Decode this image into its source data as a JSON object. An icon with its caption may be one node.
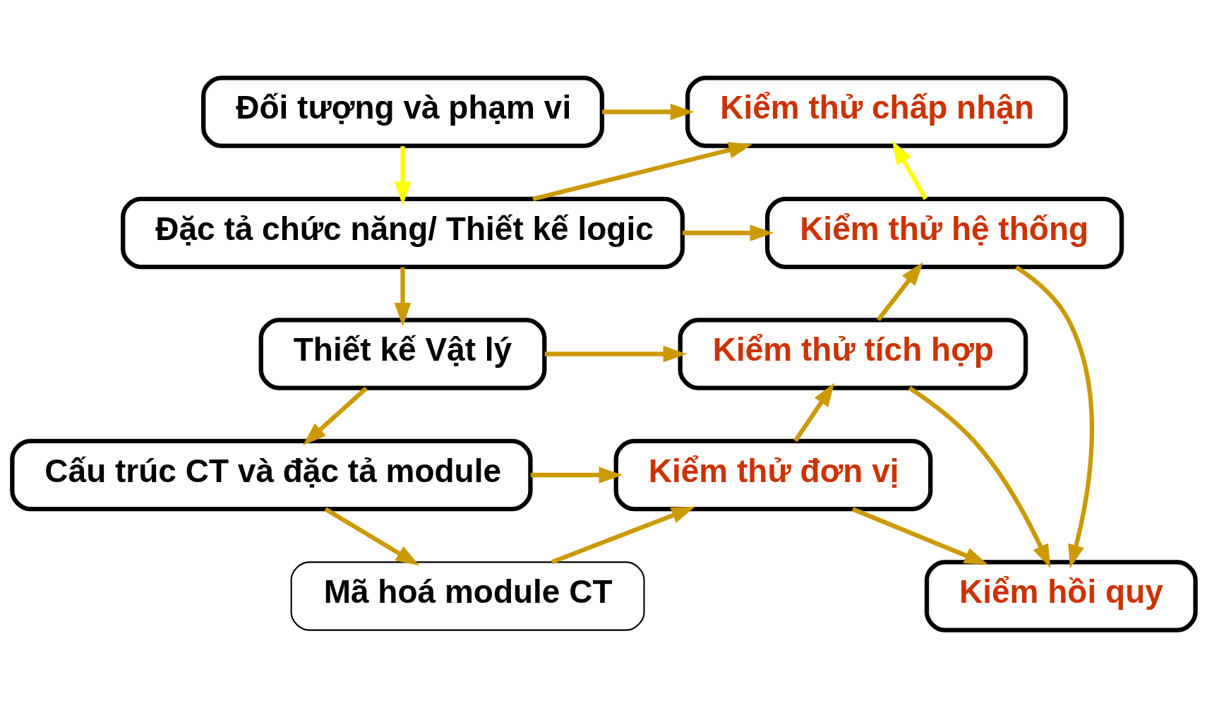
{
  "diagram": {
    "nodes": [
      {
        "text": [
          "Đối tượng và phạm vi"
        ]
      },
      {
        "text": [
          "Đặc tả chức năng/ Thiết kế logic"
        ]
      },
      {
        "text": [
          "Thiết kế Vật lý"
        ]
      },
      {
        "text": [
          "Cấu trúc CT và đặc tả module"
        ]
      },
      {
        "text": [
          "Mã hoá module CT"
        ]
      },
      {
        "text": [
          "Kiểm thử chấp nhận"
        ]
      },
      {
        "text": [
          "Kiểm thử hệ thống"
        ]
      },
      {
        "text": [
          "Kiểm thử tích hợp"
        ]
      },
      {
        "text": [
          "Kiểm thử đơn vị"
        ]
      },
      {
        "text": [
          "Kiểm hồi quy"
        ]
      }
    ],
    "edges": [
      {
        "from": 0,
        "to": 5,
        "arrow": "to"
      },
      {
        "from": 0,
        "to": 1,
        "arrow": "to",
        "color": "#ffff00"
      },
      {
        "from": 1,
        "to": 5,
        "arrow": "to"
      },
      {
        "from": 1,
        "to": 6,
        "arrow": "to"
      },
      {
        "from": 1,
        "to": 2,
        "arrow": "to"
      },
      {
        "from": 2,
        "to": 7,
        "arrow": "to"
      },
      {
        "from": 2,
        "to": 3,
        "arrow": "to"
      },
      {
        "from": 3,
        "to": 8,
        "arrow": "to"
      },
      {
        "from": 3,
        "to": 4,
        "arrow": "to"
      },
      {
        "from": 4,
        "to": 8,
        "arrow": "to"
      },
      {
        "from": 8,
        "to": 7,
        "arrow": "to"
      },
      {
        "from": 7,
        "to": 6,
        "arrow": "to"
      },
      {
        "from": 6,
        "to": 5,
        "arrow": "to",
        "color": "#ffff00"
      },
      {
        "from": 6,
        "to": 9,
        "arrow": "to"
      },
      {
        "from": 7,
        "to": 9,
        "arrow": "to"
      },
      {
        "from": 8,
        "to": 9,
        "arrow": "to"
      }
    ]
  }
}
